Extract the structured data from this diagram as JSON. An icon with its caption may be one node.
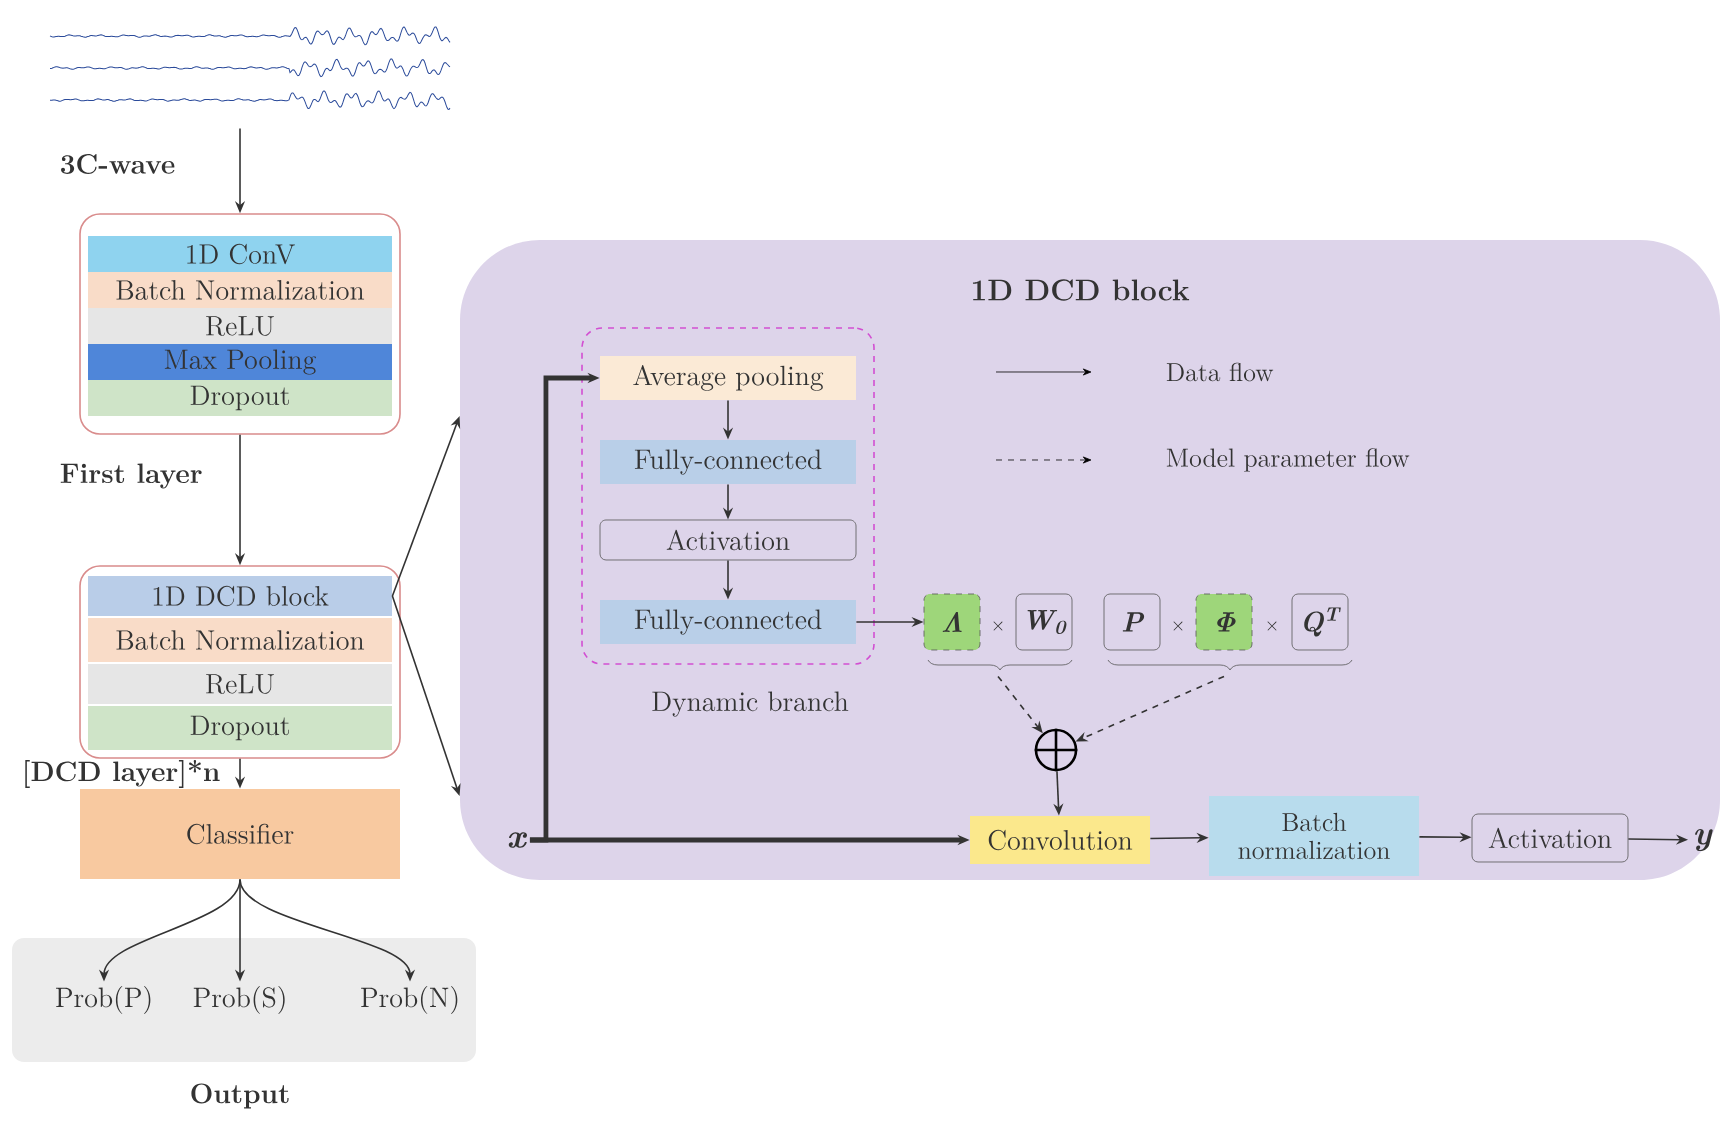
{
  "diagram": {
    "nodes": [
      {
        "text": [],
        "shape": "picture",
        "beside": [
          "3C-wave"
        ]
      },
      {
        "text": [
          "First layer"
        ]
      },
      {
        "text": [
          "1D ConV"
        ],
        "in": 1
      },
      {
        "text": [
          "Batch Normalization"
        ],
        "in": 1
      },
      {
        "text": [
          "ReLU"
        ],
        "in": 1
      },
      {
        "text": [
          "Max Pooling"
        ],
        "in": 1
      },
      {
        "text": [
          "Dropout"
        ],
        "in": 1
      },
      {
        "text": [
          "[DCD layer]*n"
        ]
      },
      {
        "text": [
          "1D DCD block"
        ],
        "in": 7
      },
      {
        "text": [
          "Batch Normalization"
        ],
        "in": 7
      },
      {
        "text": [
          "ReLU"
        ],
        "in": 7
      },
      {
        "text": [
          "Dropout"
        ],
        "in": 7
      },
      {
        "text": [
          "Classifier"
        ]
      },
      {
        "text": [
          "Output"
        ]
      },
      {
        "text": [
          "Prob(P)"
        ],
        "in": 13
      },
      {
        "text": [
          "Prob(S)"
        ],
        "in": 13
      },
      {
        "text": [
          "Prob(N)"
        ],
        "in": 13
      },
      {
        "text": [
          "1D DCD block"
        ]
      },
      {
        "text": [
          "Dynamic branch"
        ],
        "in": 17
      },
      {
        "text": [
          "Average pooling"
        ],
        "in": 18
      },
      {
        "text": [
          "Fully-connected"
        ],
        "in": 18
      },
      {
        "text": [
          "Activation"
        ],
        "in": 18
      },
      {
        "text": [
          "Fully-connected"
        ],
        "in": 18
      },
      {
        "text": [
          "Λ"
        ],
        "in": 17
      },
      {
        "text": [
          "W$_{0}$"
        ],
        "in": 17
      },
      {
        "text": [
          "P"
        ],
        "in": 17
      },
      {
        "text": [
          "Φ"
        ],
        "in": 17
      },
      {
        "text": [
          "Q$^{T}$"
        ],
        "in": 17
      },
      {
        "text": [],
        "shape": "circle",
        "in": 17
      },
      {
        "text": [
          "x"
        ],
        "in": 17
      },
      {
        "text": [
          "Convolution"
        ],
        "in": 17
      },
      {
        "text": [
          "Batch normalization"
        ],
        "in": 17
      },
      {
        "text": [
          "Activation"
        ],
        "in": 17
      },
      {
        "text": [
          "y"
        ],
        "in": 17
      }
    ],
    "edges": [
      {
        "from": 0,
        "to": 1,
        "arrow": "to"
      },
      {
        "from": 1,
        "to": 7,
        "arrow": "to"
      },
      {
        "from": 7,
        "to": 12,
        "arrow": "to"
      },
      {
        "from": 12,
        "to": 14,
        "arrow": "to"
      },
      {
        "from": 12,
        "to": 15,
        "arrow": "to"
      },
      {
        "from": 12,
        "to": 16,
        "arrow": "to"
      },
      {
        "from": 8,
        "to": 17,
        "arrow": "to"
      },
      {
        "from": 8,
        "to": 17,
        "arrow": "to"
      },
      {
        "from": 29,
        "to": 19,
        "arrow": "to",
        "style": "thick"
      },
      {
        "from": 29,
        "to": 30,
        "arrow": "to",
        "style": "thick"
      },
      {
        "from": 19,
        "to": 20,
        "arrow": "to"
      },
      {
        "from": 20,
        "to": 21,
        "arrow": "to"
      },
      {
        "from": 21,
        "to": 22,
        "arrow": "to"
      },
      {
        "from": 22,
        "to": 23,
        "arrow": "to"
      },
      {
        "from": 23,
        "to": 28,
        "arrow": "to",
        "style": "dashed"
      },
      {
        "from": 26,
        "to": 28,
        "arrow": "to",
        "style": "dashed"
      },
      {
        "from": 28,
        "to": 30,
        "arrow": "to"
      },
      {
        "from": 30,
        "to": 31,
        "arrow": "to"
      },
      {
        "from": 31,
        "to": 32,
        "arrow": "to"
      },
      {
        "from": 32,
        "to": 33,
        "arrow": "to"
      }
    ],
    "labels": [
      "×",
      "×",
      "×"
    ],
    "legend": [
      {
        "text": "Data flow"
      },
      {
        "text": "Model parameter flow"
      }
    ]
  }
}
